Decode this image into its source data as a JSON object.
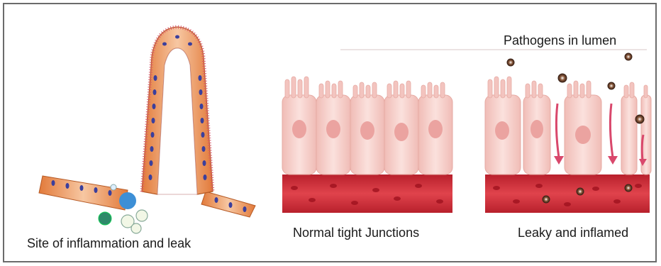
{
  "labels": {
    "site": "Site of inflammation and leak",
    "normal": "Normal tight Junctions",
    "leaky": "Leaky and inflamed",
    "pathogens": "Pathogens in lumen"
  },
  "colors": {
    "frame": "#6b6b6b",
    "cell_fill": "#f6d0cc",
    "cell_stroke": "#e6aaa3",
    "nucleus": "#eba3a0",
    "blood": "#cf2f3a",
    "blood_cell": "#a01520",
    "villus_orange": "#e98a4a",
    "villus_nucleus": "#3b3f9c",
    "arrow": "#d9486c",
    "pathogen": "#6b3b2a"
  }
}
